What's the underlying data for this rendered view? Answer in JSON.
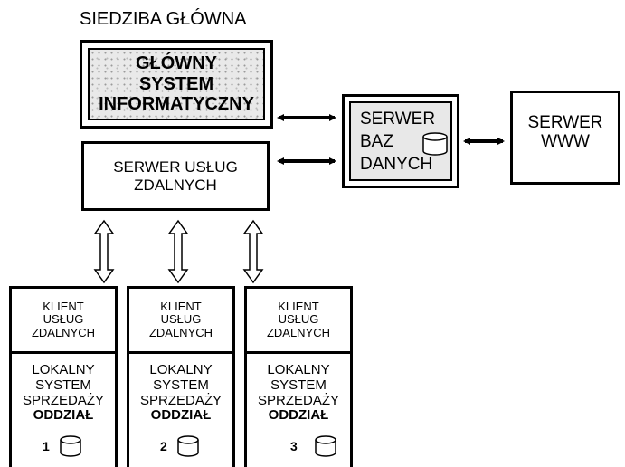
{
  "hq_label": "SIEDZIBA GŁÓWNA",
  "main_system": {
    "line1": "GŁÓWNY",
    "line2": "SYSTEM",
    "line3": "INFORMATYCZNY"
  },
  "remote_server": {
    "line1": "SERWER USŁUG",
    "line2": "ZDALNYCH"
  },
  "db_server": {
    "line1": "SERWER",
    "line2": "BAZ",
    "line3": "DANYCH"
  },
  "www_server": {
    "line1": "SERWER",
    "line2": "WWW"
  },
  "branches": [
    {
      "client": [
        "KLIENT",
        "USŁUG",
        "ZDALNYCH"
      ],
      "local": [
        "LOKALNY",
        "SYSTEM",
        "SPRZEDAŻY"
      ],
      "branch_label": "ODDZIAŁ",
      "number": "1"
    },
    {
      "client": [
        "KLIENT",
        "USŁUG",
        "ZDALNYCH"
      ],
      "local": [
        "LOKALNY",
        "SYSTEM",
        "SPRZEDAŻY"
      ],
      "branch_label": "ODDZIAŁ",
      "number": "2"
    },
    {
      "client": [
        "KLIENT",
        "USŁUG",
        "ZDALNYCH"
      ],
      "local": [
        "LOKALNY",
        "SYSTEM",
        "SPRZEDAŻY"
      ],
      "branch_label": "ODDZIAŁ",
      "number": "3"
    }
  ],
  "colors": {
    "stroke": "#000000",
    "background": "#ffffff",
    "texture": "#e9e9e9"
  }
}
